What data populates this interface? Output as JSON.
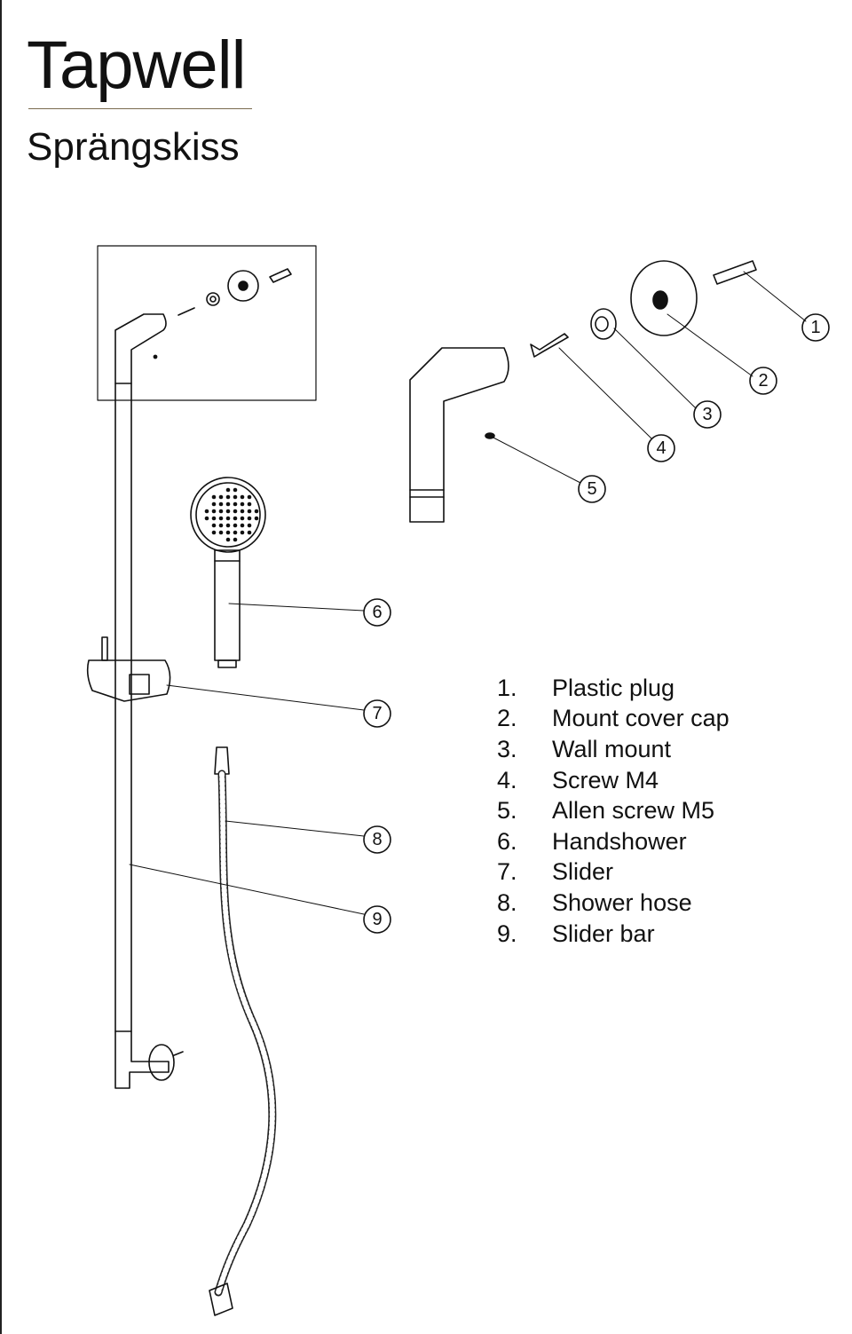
{
  "header": {
    "brand": "Tapwell",
    "subtitle": "Sprängskiss"
  },
  "callouts": [
    "1",
    "2",
    "3",
    "4",
    "5",
    "6",
    "7",
    "8",
    "9"
  ],
  "legend": [
    {
      "num": "1.",
      "label": "Plastic plug"
    },
    {
      "num": "2.",
      "label": "Mount cover cap"
    },
    {
      "num": "3.",
      "label": "Wall mount"
    },
    {
      "num": "4.",
      "label": "Screw M4"
    },
    {
      "num": "5.",
      "label": "Allen screw M5"
    },
    {
      "num": "6.",
      "label": "Handshower"
    },
    {
      "num": "7.",
      "label": "Slider"
    },
    {
      "num": "8.",
      "label": "Shower hose"
    },
    {
      "num": "9.",
      "label": "Slider bar"
    }
  ]
}
